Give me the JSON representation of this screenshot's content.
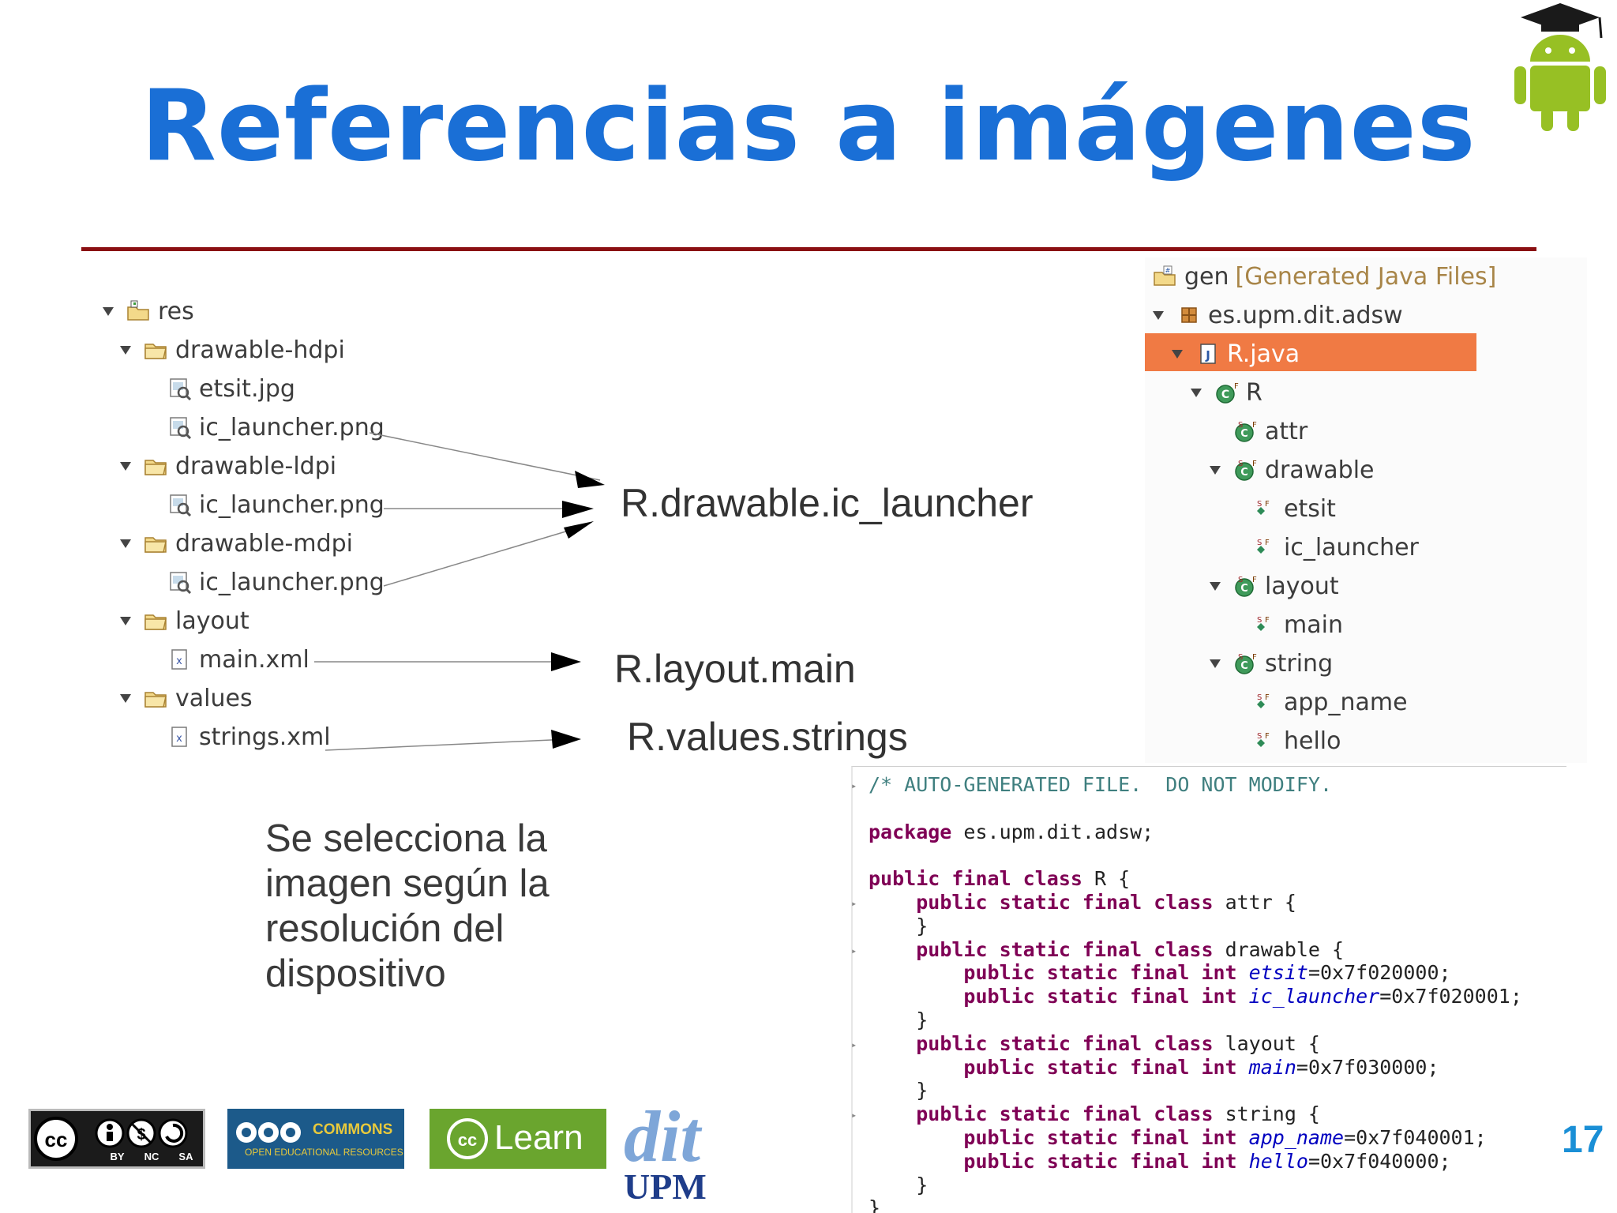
{
  "slide": {
    "title": "Referencias a imágenes",
    "page_number": "17"
  },
  "left_tree": {
    "items": [
      {
        "label": "res",
        "icon": "res-folder-icon",
        "expanded": true,
        "depth": 0
      },
      {
        "label": "drawable-hdpi",
        "icon": "folder-icon",
        "expanded": true,
        "depth": 1
      },
      {
        "label": "etsit.jpg",
        "icon": "image-file-icon",
        "depth": 2
      },
      {
        "label": "ic_launcher.png",
        "icon": "image-file-icon",
        "depth": 2
      },
      {
        "label": "drawable-ldpi",
        "icon": "folder-icon",
        "expanded": true,
        "depth": 1
      },
      {
        "label": "ic_launcher.png",
        "icon": "image-file-icon",
        "depth": 2
      },
      {
        "label": "drawable-mdpi",
        "icon": "folder-icon",
        "expanded": true,
        "depth": 1
      },
      {
        "label": "ic_launcher.png",
        "icon": "image-file-icon",
        "depth": 2
      },
      {
        "label": "layout",
        "icon": "folder-icon",
        "expanded": true,
        "depth": 1
      },
      {
        "label": "main.xml",
        "icon": "xml-file-icon",
        "depth": 2
      },
      {
        "label": "values",
        "icon": "folder-icon",
        "expanded": true,
        "depth": 1
      },
      {
        "label": "strings.xml",
        "icon": "xml-file-icon",
        "depth": 2
      }
    ]
  },
  "references": {
    "drawable": "R.drawable.ic_launcher",
    "layout": "R.layout.main",
    "values": "R.values.strings"
  },
  "caption": "Se selecciona la imagen según la resolución del dispositivo",
  "right_tree": {
    "gen_label": "gen",
    "gen_suffix": "[Generated Java Files]",
    "items": [
      {
        "label": "es.upm.dit.adsw",
        "icon": "package-icon",
        "expanded": true,
        "depth": 0
      },
      {
        "label": "R.java",
        "icon": "java-file-icon",
        "expanded": true,
        "depth": 1,
        "selected": true
      },
      {
        "label": "R",
        "icon": "class-icon",
        "expanded": true,
        "depth": 2
      },
      {
        "label": "attr",
        "icon": "static-class-icon",
        "depth": 3
      },
      {
        "label": "drawable",
        "icon": "static-class-icon",
        "expanded": true,
        "depth": 3
      },
      {
        "label": "etsit",
        "icon": "static-field-icon",
        "depth": 4
      },
      {
        "label": "ic_launcher",
        "icon": "static-field-icon",
        "depth": 4
      },
      {
        "label": "layout",
        "icon": "static-class-icon",
        "expanded": true,
        "depth": 3
      },
      {
        "label": "main",
        "icon": "static-field-icon",
        "depth": 4
      },
      {
        "label": "string",
        "icon": "static-class-icon",
        "expanded": true,
        "depth": 3
      },
      {
        "label": "app_name",
        "icon": "static-field-icon",
        "depth": 4
      },
      {
        "label": "hello",
        "icon": "static-field-icon",
        "depth": 4
      }
    ],
    "selection_color": "#f07a44"
  },
  "code": {
    "lines": [
      [
        {
          "t": "/* AUTO-GENERATED FILE.  DO NOT MODIFY.",
          "c": "cm"
        }
      ],
      [],
      [
        {
          "t": "package",
          "c": "kw"
        },
        {
          "t": " es.upm.dit.adsw;"
        }
      ],
      [],
      [
        {
          "t": "public final class",
          "c": "kw"
        },
        {
          "t": " R {"
        }
      ],
      [
        {
          "t": "    "
        },
        {
          "t": "public static final class",
          "c": "kw"
        },
        {
          "t": " attr {"
        }
      ],
      [
        {
          "t": "    }"
        }
      ],
      [
        {
          "t": "    "
        },
        {
          "t": "public static final class",
          "c": "kw"
        },
        {
          "t": " drawable {"
        }
      ],
      [
        {
          "t": "        "
        },
        {
          "t": "public static final int",
          "c": "kw"
        },
        {
          "t": " "
        },
        {
          "t": "etsit",
          "c": "fld"
        },
        {
          "t": "=0x7f020000;"
        }
      ],
      [
        {
          "t": "        "
        },
        {
          "t": "public static final int",
          "c": "kw"
        },
        {
          "t": " "
        },
        {
          "t": "ic_launcher",
          "c": "fld"
        },
        {
          "t": "=0x7f020001;"
        }
      ],
      [
        {
          "t": "    }"
        }
      ],
      [
        {
          "t": "    "
        },
        {
          "t": "public static final class",
          "c": "kw"
        },
        {
          "t": " layout {"
        }
      ],
      [
        {
          "t": "        "
        },
        {
          "t": "public static final int",
          "c": "kw"
        },
        {
          "t": " "
        },
        {
          "t": "main",
          "c": "fld"
        },
        {
          "t": "=0x7f030000;"
        }
      ],
      [
        {
          "t": "    }"
        }
      ],
      [
        {
          "t": "    "
        },
        {
          "t": "public static final class",
          "c": "kw"
        },
        {
          "t": " string {"
        }
      ],
      [
        {
          "t": "        "
        },
        {
          "t": "public static final int",
          "c": "kw"
        },
        {
          "t": " "
        },
        {
          "t": "app_name",
          "c": "fld"
        },
        {
          "t": "=0x7f040001;"
        }
      ],
      [
        {
          "t": "        "
        },
        {
          "t": "public static final int",
          "c": "kw"
        },
        {
          "t": " "
        },
        {
          "t": "hello",
          "c": "fld"
        },
        {
          "t": "=0x7f040000;"
        }
      ],
      [
        {
          "t": "    }"
        }
      ],
      [
        {
          "t": "}"
        }
      ]
    ],
    "fold_rows": [
      0,
      5,
      7,
      11,
      14
    ]
  },
  "logos": {
    "cc": {
      "badges": [
        "BY",
        "NC",
        "SA"
      ]
    },
    "ocw": {
      "line1": "COMMONS",
      "line2": "OPEN EDUCATIONAL RESOURCES"
    },
    "clearn": {
      "text": "Learn"
    },
    "dit": {
      "top": "dit",
      "bottom": "UPM"
    }
  },
  "colors": {
    "title": "#1a6fd6",
    "rule": "#8a0f12",
    "page_number": "#1a8fd6"
  }
}
